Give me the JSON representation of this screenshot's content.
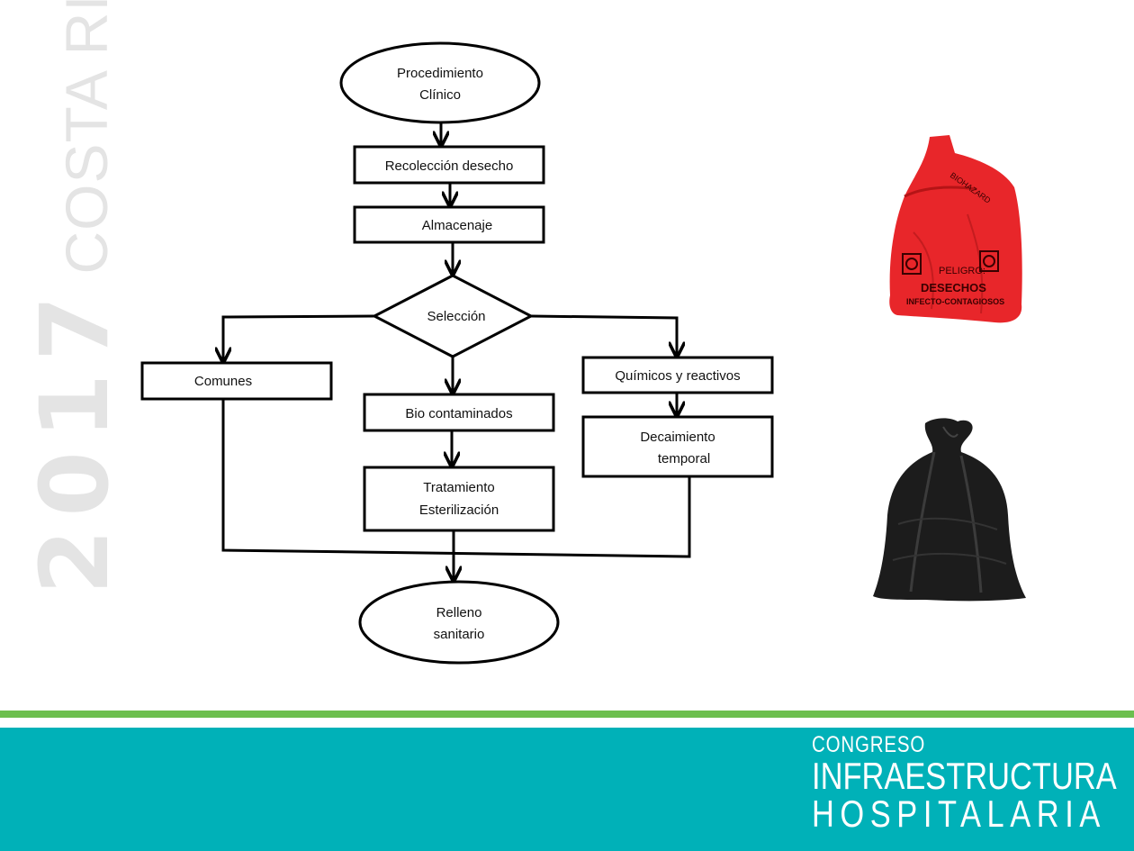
{
  "side_mark": {
    "year": "2017",
    "country": "COSTA RICA"
  },
  "flowchart": {
    "start": [
      "Procedimiento",
      "Clínico"
    ],
    "step_collect": "Recolección desecho",
    "step_storage": "Almacenaje",
    "decision": "Selección",
    "branch_common": "Comunes",
    "branch_bio": "Bio contaminados",
    "branch_chemical": "Químicos y reactivos",
    "step_treatment": [
      "Tratamiento",
      "Esterilización"
    ],
    "step_decay": [
      "Decaimiento",
      "temporal"
    ],
    "end": [
      "Relleno",
      "sanitario"
    ]
  },
  "images": {
    "red_bag": {
      "lines": [
        "PELIGRO:",
        "DESECHOS",
        "INFECTO-CONTAGIOSOS"
      ],
      "top_text": "BIOHAZARD",
      "color": "#e8262a"
    },
    "black_bag": {
      "color": "#1c1c1c"
    }
  },
  "footer": {
    "line1": "CONGRESO",
    "line2": "INFRAESTRUCTURA",
    "line3": "HOSPITALARIA",
    "bar_color": "#00b1b8",
    "accent_color": "#6cbf4e"
  }
}
